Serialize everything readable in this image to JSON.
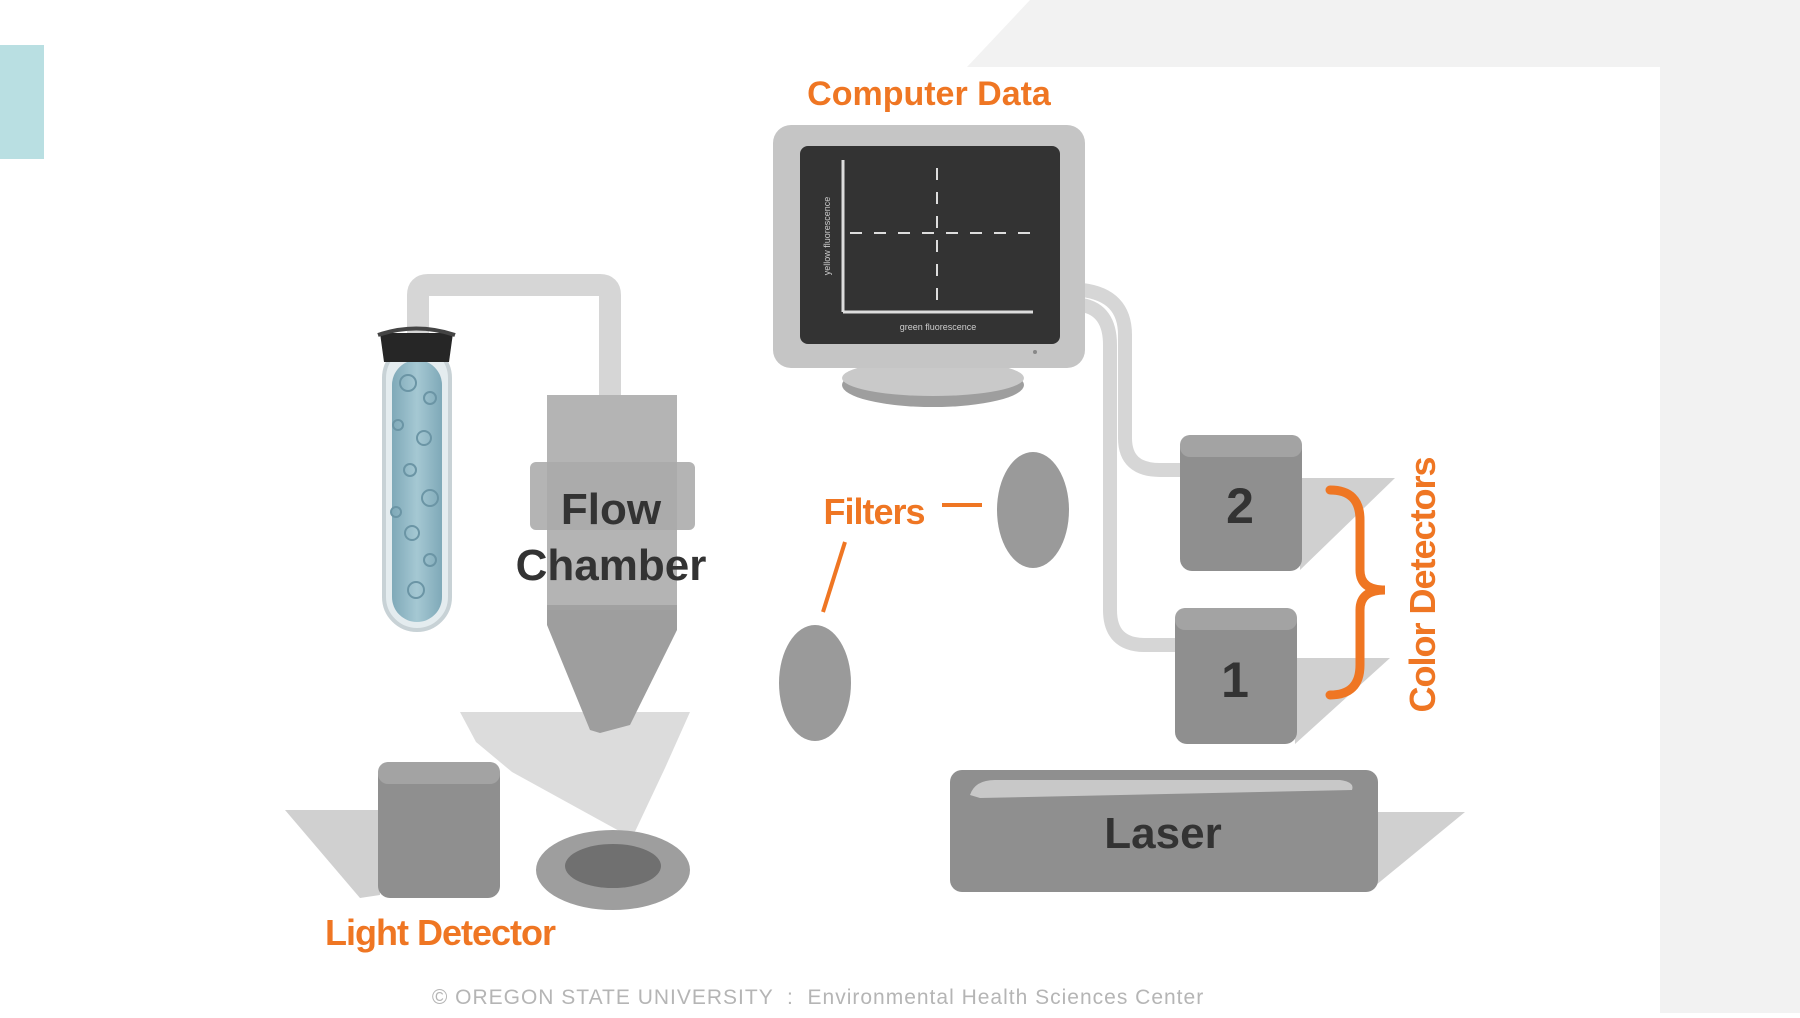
{
  "labels": {
    "computer_data": "Computer Data",
    "filters": "Filters",
    "flow_line1": "Flow",
    "flow_line2": "Chamber",
    "color_detectors": "Color Detectors",
    "detector_2": "2",
    "detector_1": "1",
    "laser": "Laser",
    "light_detector": "Light Detector"
  },
  "monitor": {
    "y_axis_label": "yellow fluorescence",
    "x_axis_label": "green fluorescence"
  },
  "footer": "© OREGON STATE UNIVERSITY  :  Environmental Health Sciences Center",
  "colors": {
    "accent_orange": "#ef7623",
    "label_dark": "#333333",
    "device_gray": "#9a9a9a",
    "shadow_gray": "#d2d2d2",
    "tube_liquid": "#8fb6c4",
    "corner_teal": "#b9dfe2"
  }
}
